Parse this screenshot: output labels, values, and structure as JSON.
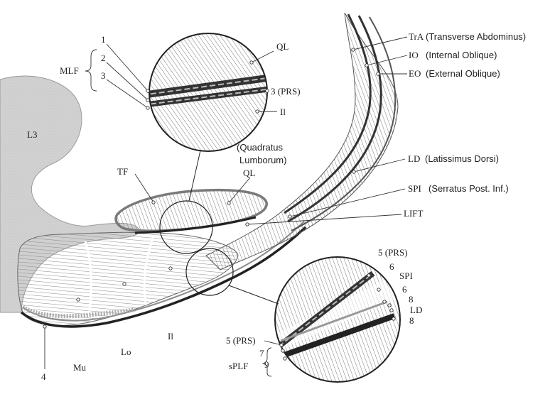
{
  "labels": {
    "tra": "TrA",
    "tra_desc": "(Transverse Abdominus)",
    "io": "IO",
    "io_desc": "(Internal Oblique)",
    "eo": "EO",
    "eo_desc": "(External Oblique)",
    "ld": "LD",
    "ld_desc": "(Latissimus Dorsi)",
    "spi": "SPI",
    "spi_desc": "(Serratus Post. Inf.)",
    "lift": "LIFT",
    "l3": "L3",
    "tf": "TF",
    "ql_main": "QL",
    "ql_desc_1": "(Quadratus",
    "ql_desc_2": "Lumborum)",
    "mlf": "MLF",
    "mlf_1": "1",
    "mlf_2": "2",
    "mlf_3": "3",
    "ql_inset": "QL",
    "prs_inset": "3 (PRS)",
    "il_inset": "Il",
    "il_main": "Il",
    "lo": "Lo",
    "mu": "Mu",
    "four": "4",
    "prs5_top": "5 (PRS)",
    "six_top": "6",
    "spi_inset": "SPI",
    "six_mid": "6",
    "eight_top": "8",
    "ld_inset": "LD",
    "eight_bot": "8",
    "prs5_bot": "5 (PRS)",
    "seven": "7",
    "splf": "sPLF",
    "nine": "9"
  },
  "colors": {
    "bone": "#cfcfcf",
    "muscle_line": "#8a8a8a",
    "fascia": "#2a2a2a",
    "gray_fascia": "#8c8c8c"
  }
}
